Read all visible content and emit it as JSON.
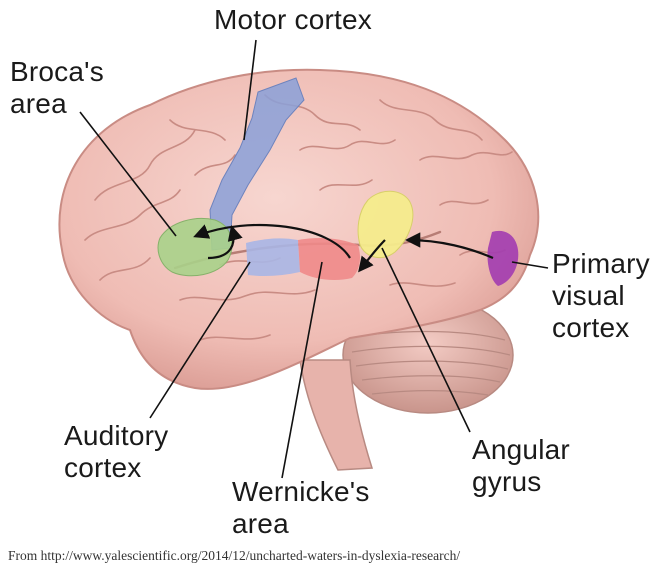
{
  "figure": {
    "labels": {
      "motor_cortex": "Motor cortex",
      "broca_line1": "Broca's",
      "broca_line2": "area",
      "primary_visual_line1": "Primary",
      "primary_visual_line2": "visual",
      "primary_visual_line3": "cortex",
      "auditory_line1": "Auditory",
      "auditory_line2": "cortex",
      "wernicke_line1": "Wernicke's",
      "wernicke_line2": "area",
      "angular_line1": "Angular",
      "angular_line2": "gyrus"
    },
    "caption": "From http://www.yalescientific.org/2014/12/uncharted-waters-in-dyslexia-research/",
    "colors": {
      "brain": "#f1c3bd",
      "brain_outline": "#c98c84",
      "motor_cortex": "#8aa0d8",
      "broca": "#a9d28a",
      "wernicke": "#f08a8a",
      "auditory": "#a8b6e6",
      "angular": "#f4ec8c",
      "visual": "#a23cb0"
    }
  }
}
